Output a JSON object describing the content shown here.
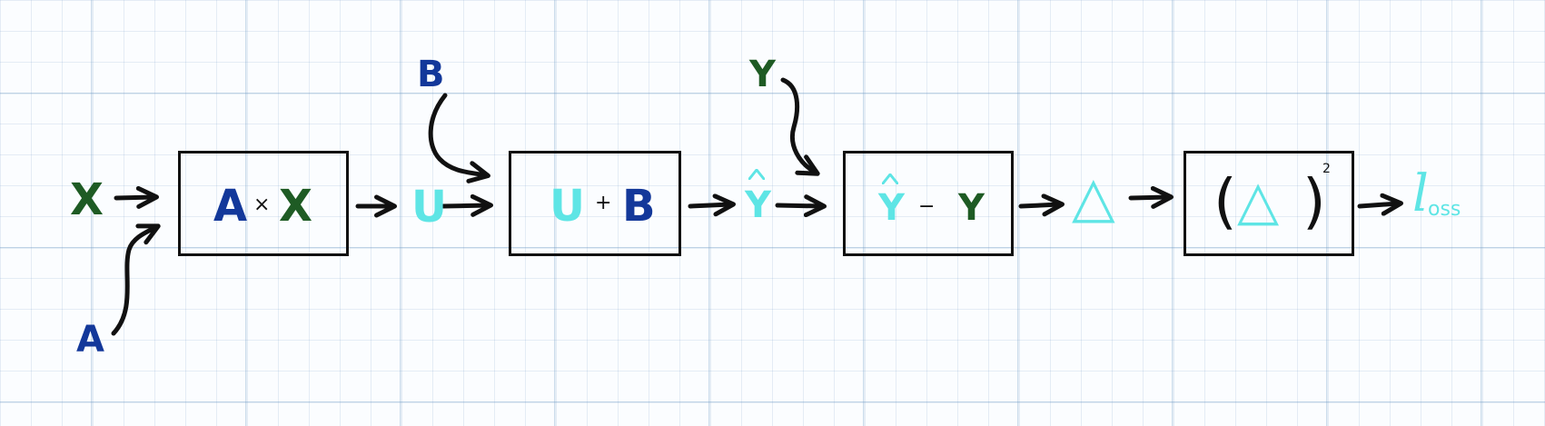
{
  "inputs": {
    "x": "X",
    "a": "A",
    "b": "B",
    "y": "Y"
  },
  "box1": {
    "left": "A",
    "op": "×",
    "right": "X"
  },
  "u": "U",
  "box2": {
    "left": "U",
    "op": "+",
    "right": "B"
  },
  "y_hat": "Y",
  "box3": {
    "left": "Y",
    "op": "−",
    "right": "Y"
  },
  "delta": "△",
  "box4": {
    "open": "(",
    "inner": "△",
    "close": ")",
    "exp": "2"
  },
  "loss": {
    "main": "l",
    "sub": "oss"
  },
  "colors": {
    "x_y": "#1e5b24",
    "a_b": "#13389a",
    "derived": "#5ee5e5",
    "ink": "#111111"
  }
}
